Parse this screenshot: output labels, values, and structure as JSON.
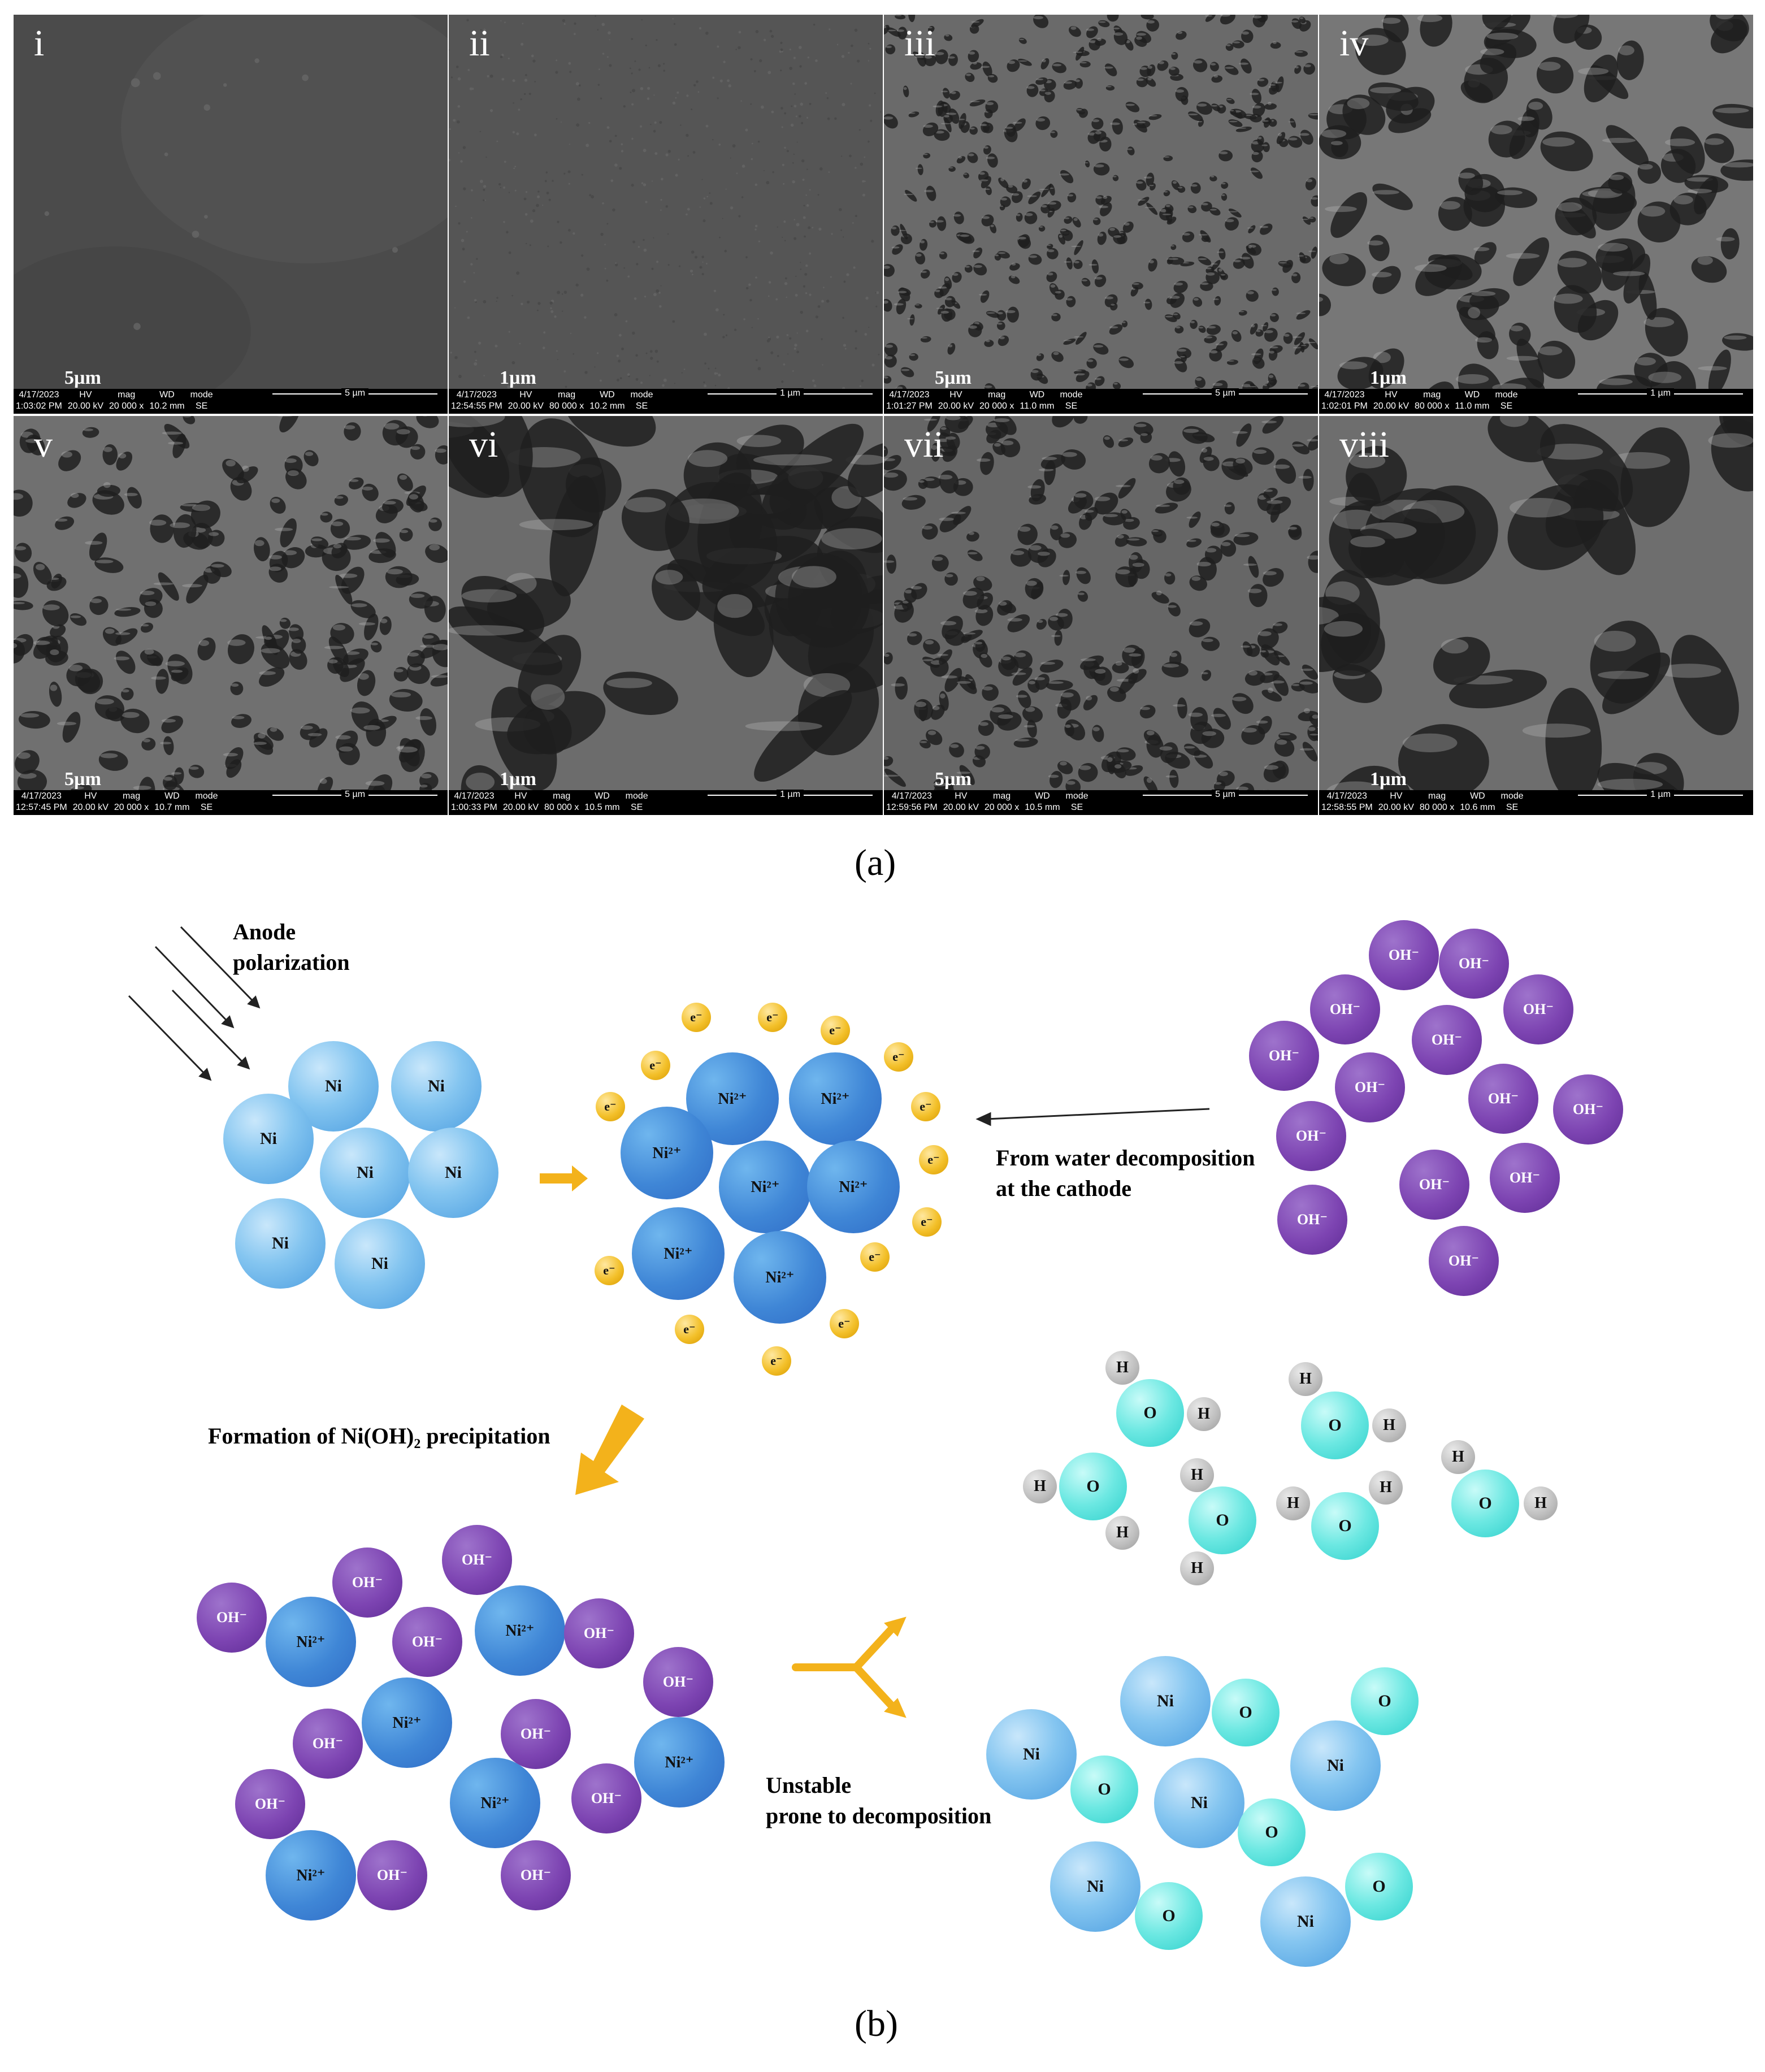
{
  "figure": {
    "caption_a": "(a)",
    "caption_b": "(b)",
    "colors": {
      "ni": "#4d9ee0",
      "ni2plus": "#2f6cc6",
      "oh": "#7d44b2",
      "o": "#2fd0cc",
      "h": "#bdbdbd",
      "electron": "#f3c02a",
      "arrow": "#f3b21b"
    }
  },
  "sem_panels": [
    {
      "label": "i",
      "scalebar": "5µm",
      "meta": {
        "date": "4/17/2023",
        "time": "1:03:02 PM",
        "hv": "20.00 kV",
        "mag": "20 000 x",
        "wd": "10.2 mm",
        "mode": "SE",
        "bar": "5 µm"
      }
    },
    {
      "label": "ii",
      "scalebar": "1µm",
      "meta": {
        "date": "4/17/2023",
        "time": "12:54:55 PM",
        "hv": "20.00 kV",
        "mag": "80 000 x",
        "wd": "10.2 mm",
        "mode": "SE",
        "bar": "1 µm"
      }
    },
    {
      "label": "iii",
      "scalebar": "5µm",
      "meta": {
        "date": "4/17/2023",
        "time": "1:01:27 PM",
        "hv": "20.00 kV",
        "mag": "20 000 x",
        "wd": "11.0 mm",
        "mode": "SE",
        "bar": "5 µm"
      }
    },
    {
      "label": "iv",
      "scalebar": "1µm",
      "meta": {
        "date": "4/17/2023",
        "time": "1:02:01 PM",
        "hv": "20.00 kV",
        "mag": "80 000 x",
        "wd": "11.0 mm",
        "mode": "SE",
        "bar": "1 µm"
      }
    },
    {
      "label": "v",
      "scalebar": "5µm",
      "meta": {
        "date": "4/17/2023",
        "time": "12:57:45 PM",
        "hv": "20.00 kV",
        "mag": "20 000 x",
        "wd": "10.7 mm",
        "mode": "SE",
        "bar": "5 µm"
      }
    },
    {
      "label": "vi",
      "scalebar": "1µm",
      "meta": {
        "date": "4/17/2023",
        "time": "1:00:33 PM",
        "hv": "20.00 kV",
        "mag": "80 000 x",
        "wd": "10.5 mm",
        "mode": "SE",
        "bar": "1 µm"
      }
    },
    {
      "label": "vii",
      "scalebar": "5µm",
      "meta": {
        "date": "4/17/2023",
        "time": "12:59:56 PM",
        "hv": "20.00 kV",
        "mag": "20 000 x",
        "wd": "10.5 mm",
        "mode": "SE",
        "bar": "5 µm"
      }
    },
    {
      "label": "viii",
      "scalebar": "1µm",
      "meta": {
        "date": "4/17/2023",
        "time": "12:58:55 PM",
        "hv": "20.00 kV",
        "mag": "80 000 x",
        "wd": "10.6 mm",
        "mode": "SE",
        "bar": "1 µm"
      }
    }
  ],
  "meta_headers": {
    "hv": "HV",
    "mag": "mag",
    "wd": "WD",
    "mode": "mode"
  },
  "diagram": {
    "anode_label": "Anode\npolarization",
    "water_label": "From water decomposition\nat the cathode",
    "precip_label": "Formation of Ni(OH)₂ precipitation",
    "unstable_label": "Unstable\nprone to decomposition",
    "symbols": {
      "ni": "Ni",
      "ni2plus": "Ni²⁺",
      "oh": "OH⁻",
      "o": "O",
      "h": "H",
      "electron": "e⁻"
    }
  }
}
